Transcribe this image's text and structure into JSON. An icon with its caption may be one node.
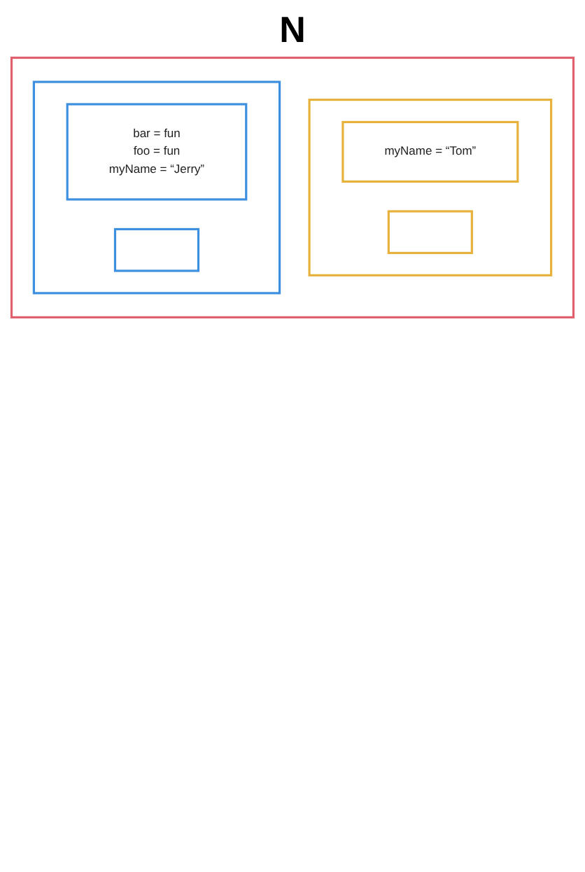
{
  "diagram": {
    "nodes": [
      {
        "text": [],
        "shape": "box"
      },
      {
        "text": [],
        "shape": "box",
        "in": 0
      },
      {
        "text": [
          "myName = “Tom”"
        ],
        "in": 1
      },
      {
        "text": [],
        "shape": "box",
        "in": 1
      },
      {
        "text": [],
        "shape": "box",
        "in": 0
      },
      {
        "text": [
          "bar = fun",
          "foo = fun",
          "myName = “Jerry”"
        ],
        "in": 4
      },
      {
        "text": [],
        "shape": "box",
        "in": 4
      }
    ],
    "edges": [],
    "labels": [
      "N"
    ]
  }
}
